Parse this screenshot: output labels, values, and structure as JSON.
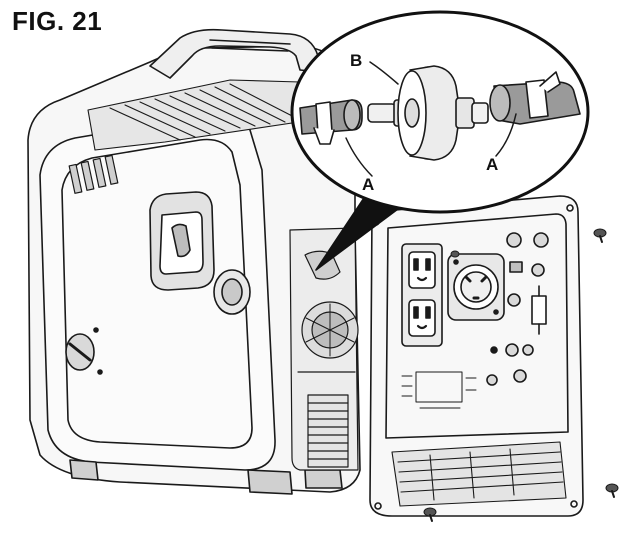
{
  "figure": {
    "title": "FIG. 21"
  },
  "callouts": {
    "label_b": "B",
    "label_a_left": "A",
    "label_a_right": "A"
  },
  "colors": {
    "line": "#1a1a1a",
    "fill_light": "#f4f4f4",
    "fill_mid": "#d9d9d9",
    "fill_dark": "#8a8a8a",
    "background": "#ffffff"
  }
}
